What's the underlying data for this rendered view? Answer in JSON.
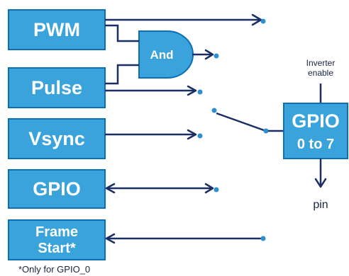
{
  "blocks": {
    "pwm": "PWM",
    "pulse": "Pulse",
    "vsync": "Vsync",
    "gpio": "GPIO",
    "frame_start_line1": "Frame",
    "frame_start_line2": "Start*"
  },
  "gate": {
    "label": "And"
  },
  "gpio_block": {
    "line1": "GPIO",
    "line2": "0 to 7"
  },
  "annotations": {
    "inverter_line1": "Inverter",
    "inverter_line2": "enable",
    "pin": "pin",
    "footnote": "*Only for GPIO_0"
  },
  "colors": {
    "block_fill": "#3aa3dc",
    "block_border": "#0e6fb3",
    "wire": "#1b2f63",
    "dot": "#2b8fd0"
  }
}
